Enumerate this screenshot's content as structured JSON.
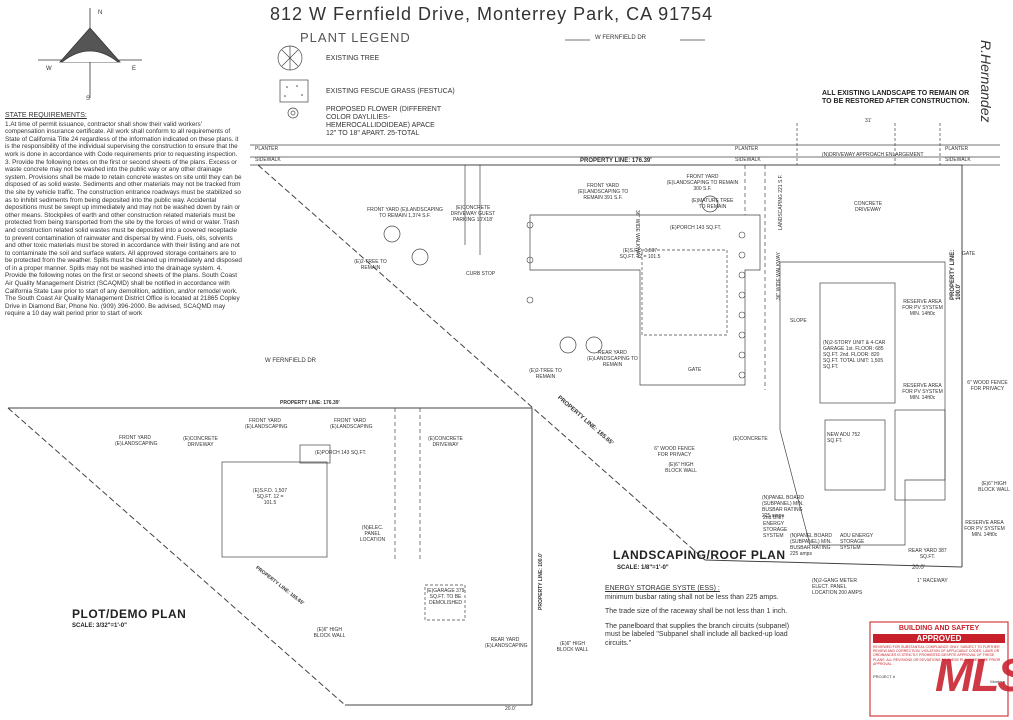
{
  "title": "812 W Fernfield Drive, Monterrey Park, CA 91754",
  "north_arrow": {
    "n": "N",
    "e": "E",
    "s": "S",
    "w": "W"
  },
  "legend": {
    "heading": "PLANT LEGEND",
    "items": [
      {
        "symbol": "tree",
        "text": "EXISTING TREE"
      },
      {
        "symbol": "grass",
        "text": "EXISTING FESCUE GRASS (FESTUCA)"
      },
      {
        "symbol": "flower",
        "text": "PROPOSED FLOWER (DIFFERENT COLOR DAYLILIES-HEMEROCALLIDOIDEAE) APACE 12\" TO 18\" APART. 25-TOTAL"
      }
    ]
  },
  "state_requirements": {
    "heading": "STATE REQUIREMENTS:",
    "body": "1.At time of permit issuance, contractor shall show their valid workers' compensation insurance certificate. All work shall conform to all requirements of State of California Title 24 regardless of the information indicated on these plans. it is the responsibility of the individual supervising the construction to ensure that the work is done in accordance with Code requirements prior to requesting inspection. 3. Provide the following notes on the first or second sheets of the plans. Excess or waste concrete may not be washed into the public way or any other drainage system. Provisions shall be made to retain concrete wastes on site until they can be disposed of as solid waste. Sediments and other materials may not be tracked from the site by vehicle traffic. The construction entrance roadways must be stabilized so as to inhibit sediments from being deposited into the public way. Accidental depositions must be swept up immediately and may not be washed down by rain or other means. Stockpiles of earth and other construction related materials must be protected from being transported from the site by the forces of wind or water. Trash and construction related solid wastes must be deposited into a covered receptacle to prevent contamination of rainwater and dispersal by wind. Fuels, oils, solvents and other toxic materials must be stored in accordance with their listing and are not to contaminate the soil and surface waters. All approved storage containers are to be protected from the weather. Spills must be cleaned up immediately and disposed of in a proper manner. Spills may not be washed into the drainage system. 4. Provide the following notes on the first or second sheets of the plans. South Coast Air Quality Management District (SCAQMD) shall be notified in accordance with California State Law prior to start of any demolition, addition, and/or remodel work. The South Coast Air Quality Management District Office is located at 21865 Copley Drive in Diamond Bar, Phone No. (909) 396-2000. Be advised, SCAQMD may require a 10 day wait period prior to start of work"
  },
  "street_top": "W FERNFIELD DR",
  "street_left": "W FERNFIELD DR",
  "landscape_note": "ALL EXISTING LANDSCAPE TO REMAIN OR TO BE RESTORED AFTER CONSTRUCTION.",
  "landscaping_plan": {
    "planter_left": "PLANTER",
    "planter_mid": "PLANTER",
    "planter_right": "PLANTER",
    "sidewalk_left": "SIDEWALK",
    "sidewalk_mid": "SIDEWALK",
    "sidewalk_right": "SIDEWALK",
    "driveway_approach": "(N)DRIVEWAY APPROACH ENLARGEMENT",
    "property_line_top": "PROPERTY LINE: 176.39'",
    "property_line_right": "PROPERTY LINE: 100.0'",
    "property_line_diag": "PROPERTY LINE: 185.65'",
    "front_yard_1": "FRONT YARD (E)LANDSCAPING TO REMAIN 1,374 S.F.",
    "front_yard_2": "FRONT YARD (E)LANDSCAPING TO REMAIN 391 S.F.",
    "front_yard_3": "FRONT YARD (E)LANDSCAPING TO REMAIN 300 S.F.",
    "concrete_driveway": "(E)CONCRETE DRIVEWAY GUEST PARKING 10'X18'",
    "mature_tree": "(E)MATURE TREE TO REMAIN",
    "porch": "(E)PORCH 143 SQ.FT.",
    "sfd": "(E)S.F.D. 1,507 SQ.FT. 12 = 101.5",
    "wide_walkway_1": "36\" WIDE WALKWAY",
    "wide_walkway_2": "36\" WIDE WALKWAY",
    "landscaping_221": "LANDSCAPING 221 S.F.",
    "concrete_driveway_2": "CONCRETE DRIVEWAY",
    "gate_1": "GATE",
    "gate_2": "GATE",
    "curb_stop": "CURB STOP",
    "tree_remain_1": "(E)2-TREE TO REMAIN",
    "tree_remain_2": "(E)2-TREE TO REMAIN",
    "rear_yard": "REAR YARD (E)LANDSCAPING TO REMAIN",
    "new_unit": "(N)2-STORY UNIT & 4-CAR GARAGE 1st. FLOOR: 685 SQ.FT. 2nd. FLOOR: 820 SQ.FT. TOTAL UNIT: 1,505 SQ.FT.",
    "new_adu": "NEW ADU 752 SQ.FT.",
    "reserve_1": "RESERVE AREA FOR PV SYSTEM MIN. 14ft0c",
    "reserve_2": "RESERVE AREA FOR PV SYSTEM MIN. 14ft0c",
    "reserve_3": "RESERVE AREA FOR PV SYSTEM MIN. 14ft0c",
    "wood_fence_1": "6\" WOOD FENCE FOR PRIVACY",
    "wood_fence_2": "6\" WOOD FENCE FOR PRIVACY",
    "block_wall_1": "(E)6\" HIGH BLOCK WALL",
    "block_wall_2": "(E)6\" HIGH BLOCK WALL",
    "concrete_e": "(E)CONCRETE",
    "slope": "SLOPE",
    "rear_yard_2": "REAR YARD 387 SQ.FT.",
    "raceway": "1\" RACEWAY",
    "meter": "(N)2-GANG METER ELECT. PANEL LOCATION 200 AMPS",
    "panel_1": "(N)PANEL BOARD (SUBPANEL) MIN. BUSBAR RATING 225 amps",
    "panel_2": "(N)PANEL BOARD (SUBPANEL) MIN. BUSBAR RATING 225 amps",
    "storage_1": "2nd UNIT ENERGY STORAGE SYSTEM",
    "storage_2": "ADU ENERGY STORAGE SYSTEM",
    "dim_20": "20.0'",
    "dim_31": "31'",
    "plan_title": "LANDSCAPING/ROOF PLAN",
    "scale": "SCALE: 1/8\"=1'-0\""
  },
  "energy": {
    "heading": "ENERGY STORAGE SYSTE (ESS) :",
    "line1": "minimum busbar rating shall not be less than 225 amps.",
    "line2": "The trade size of the raceway shall be not less than 1 inch.",
    "line3": "The panelboard that supplies the branch circuits (subpanel) must be labeled \"Subpanel shall include all backed-up load circuits.\""
  },
  "demo_plan": {
    "property_line_top": "PROPERTY LINE: 176.39'",
    "property_line_right": "PROPERTY LINE: 100.0'",
    "property_line_diag": "PROPERTY LINE: 185.65'",
    "front_yard_1": "FRONT YARD (E)LANDSCAPING",
    "front_yard_2": "FRONT YARD (E)LANDSCAPING",
    "front_yard_3": "FRONT YARD (E)LANDSCAPING",
    "concrete_1": "(E)CONCRETE DRIVEWAY",
    "concrete_2": "(E)CONCRETE DRIVEWAY",
    "porch": "(E)PORCH 143 SQ.FT.",
    "sfd": "(E)S.F.D. 1,507 SQ.FT. 12 = 101.5",
    "panel": "(N)ELEC. PANEL LOCATION",
    "storage": "(E)GARAGE 379 SQ.FT. TO BE DEMOLISHED",
    "block_wall_1": "(E)6\" HIGH BLOCK WALL",
    "block_wall_2": "(E)6\" HIGH BLOCK WALL",
    "rear_yard": "REAR YARD (E)LANDSCAPING",
    "dim_20": "20.0'",
    "plan_title": "PLOT/DEMO PLAN",
    "scale": "SCALE: 3/32\"=1'-0\""
  },
  "stamp": {
    "title": "BUILDING AND SAFTEY",
    "status": "APPROVED",
    "fine_print": "REVIEWED FOR SUBSTANTIAL COMPLIANCE ONLY. SUBJECT TO FURTHER REVIEW AND CORRECTION. VIOLATION OF APPLICABLE CODES, LAWS OR ORDINANCES IS STRICTLY PROHIBITED DESPITE APPROVAL OF THESE PLANS. ALL REVISIONS OR DEVIATIONS TO THESE PLANS REQUIRE PRIOR APPROVAL.",
    "project": "PROJECT # ",
    "city": "Montere",
    "watermark": "THE MLS .com"
  },
  "signature": "R.Hernandez",
  "colors": {
    "ink": "#333333",
    "stamp_red": "#c8202a",
    "stamp_box": "#d23c3c",
    "mls_red": "#c81e2c"
  }
}
